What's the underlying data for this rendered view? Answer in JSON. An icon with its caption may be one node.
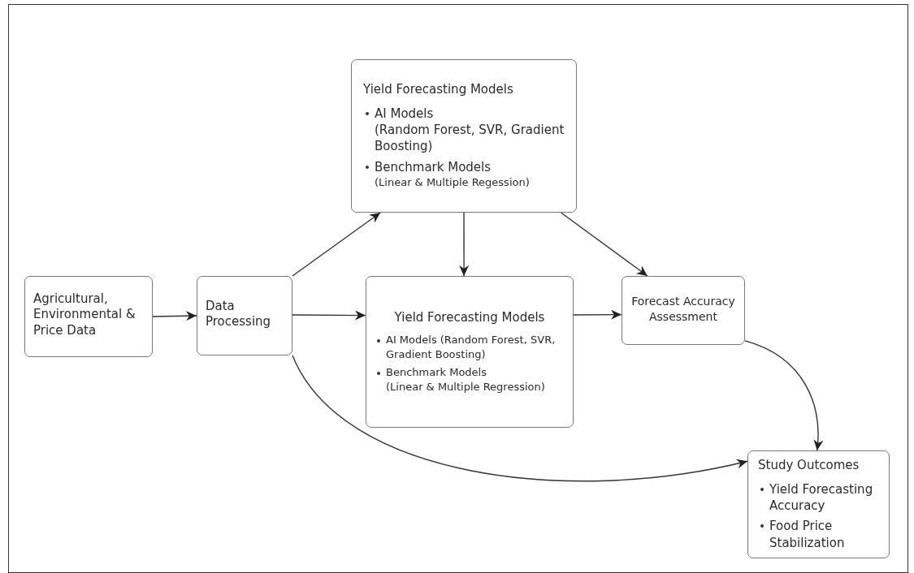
{
  "diagram": {
    "nodes": [
      {
        "text": [
          "Agricultural, Environmental & Price Data"
        ]
      },
      {
        "text": [
          "Data Processing"
        ]
      },
      {
        "text": [
          "Yield Forecasting Models",
          "AI Models",
          "(Random Forest, SVR, Gradient Boosting)",
          "Benchmark Models",
          "(Linear & Multiple Regession)"
        ]
      },
      {
        "text": [
          "Yield Forecasting Models",
          "AI Models (Random Forest, SVR, Gradient Boosting)",
          "Benchmark Models",
          "(Linear & Multiple Regression)"
        ]
      },
      {
        "text": [
          "Forecast Accuracy Assessment"
        ]
      },
      {
        "text": [
          "Study Outcomes",
          "Yield Forecasting Accuracy",
          "Food Price Stabilization"
        ]
      }
    ],
    "edges": [
      {
        "from": 0,
        "to": 1,
        "arrow": "to"
      },
      {
        "from": 1,
        "to": 2,
        "arrow": "to"
      },
      {
        "from": 2,
        "to": 3,
        "arrow": "to"
      },
      {
        "from": 2,
        "to": 4,
        "arrow": "to"
      },
      {
        "from": 1,
        "to": 3,
        "arrow": "to"
      },
      {
        "from": 3,
        "to": 4,
        "arrow": "to"
      },
      {
        "from": 4,
        "to": 5,
        "arrow": "to"
      },
      {
        "from": 1,
        "to": 5,
        "arrow": "to"
      }
    ]
  }
}
